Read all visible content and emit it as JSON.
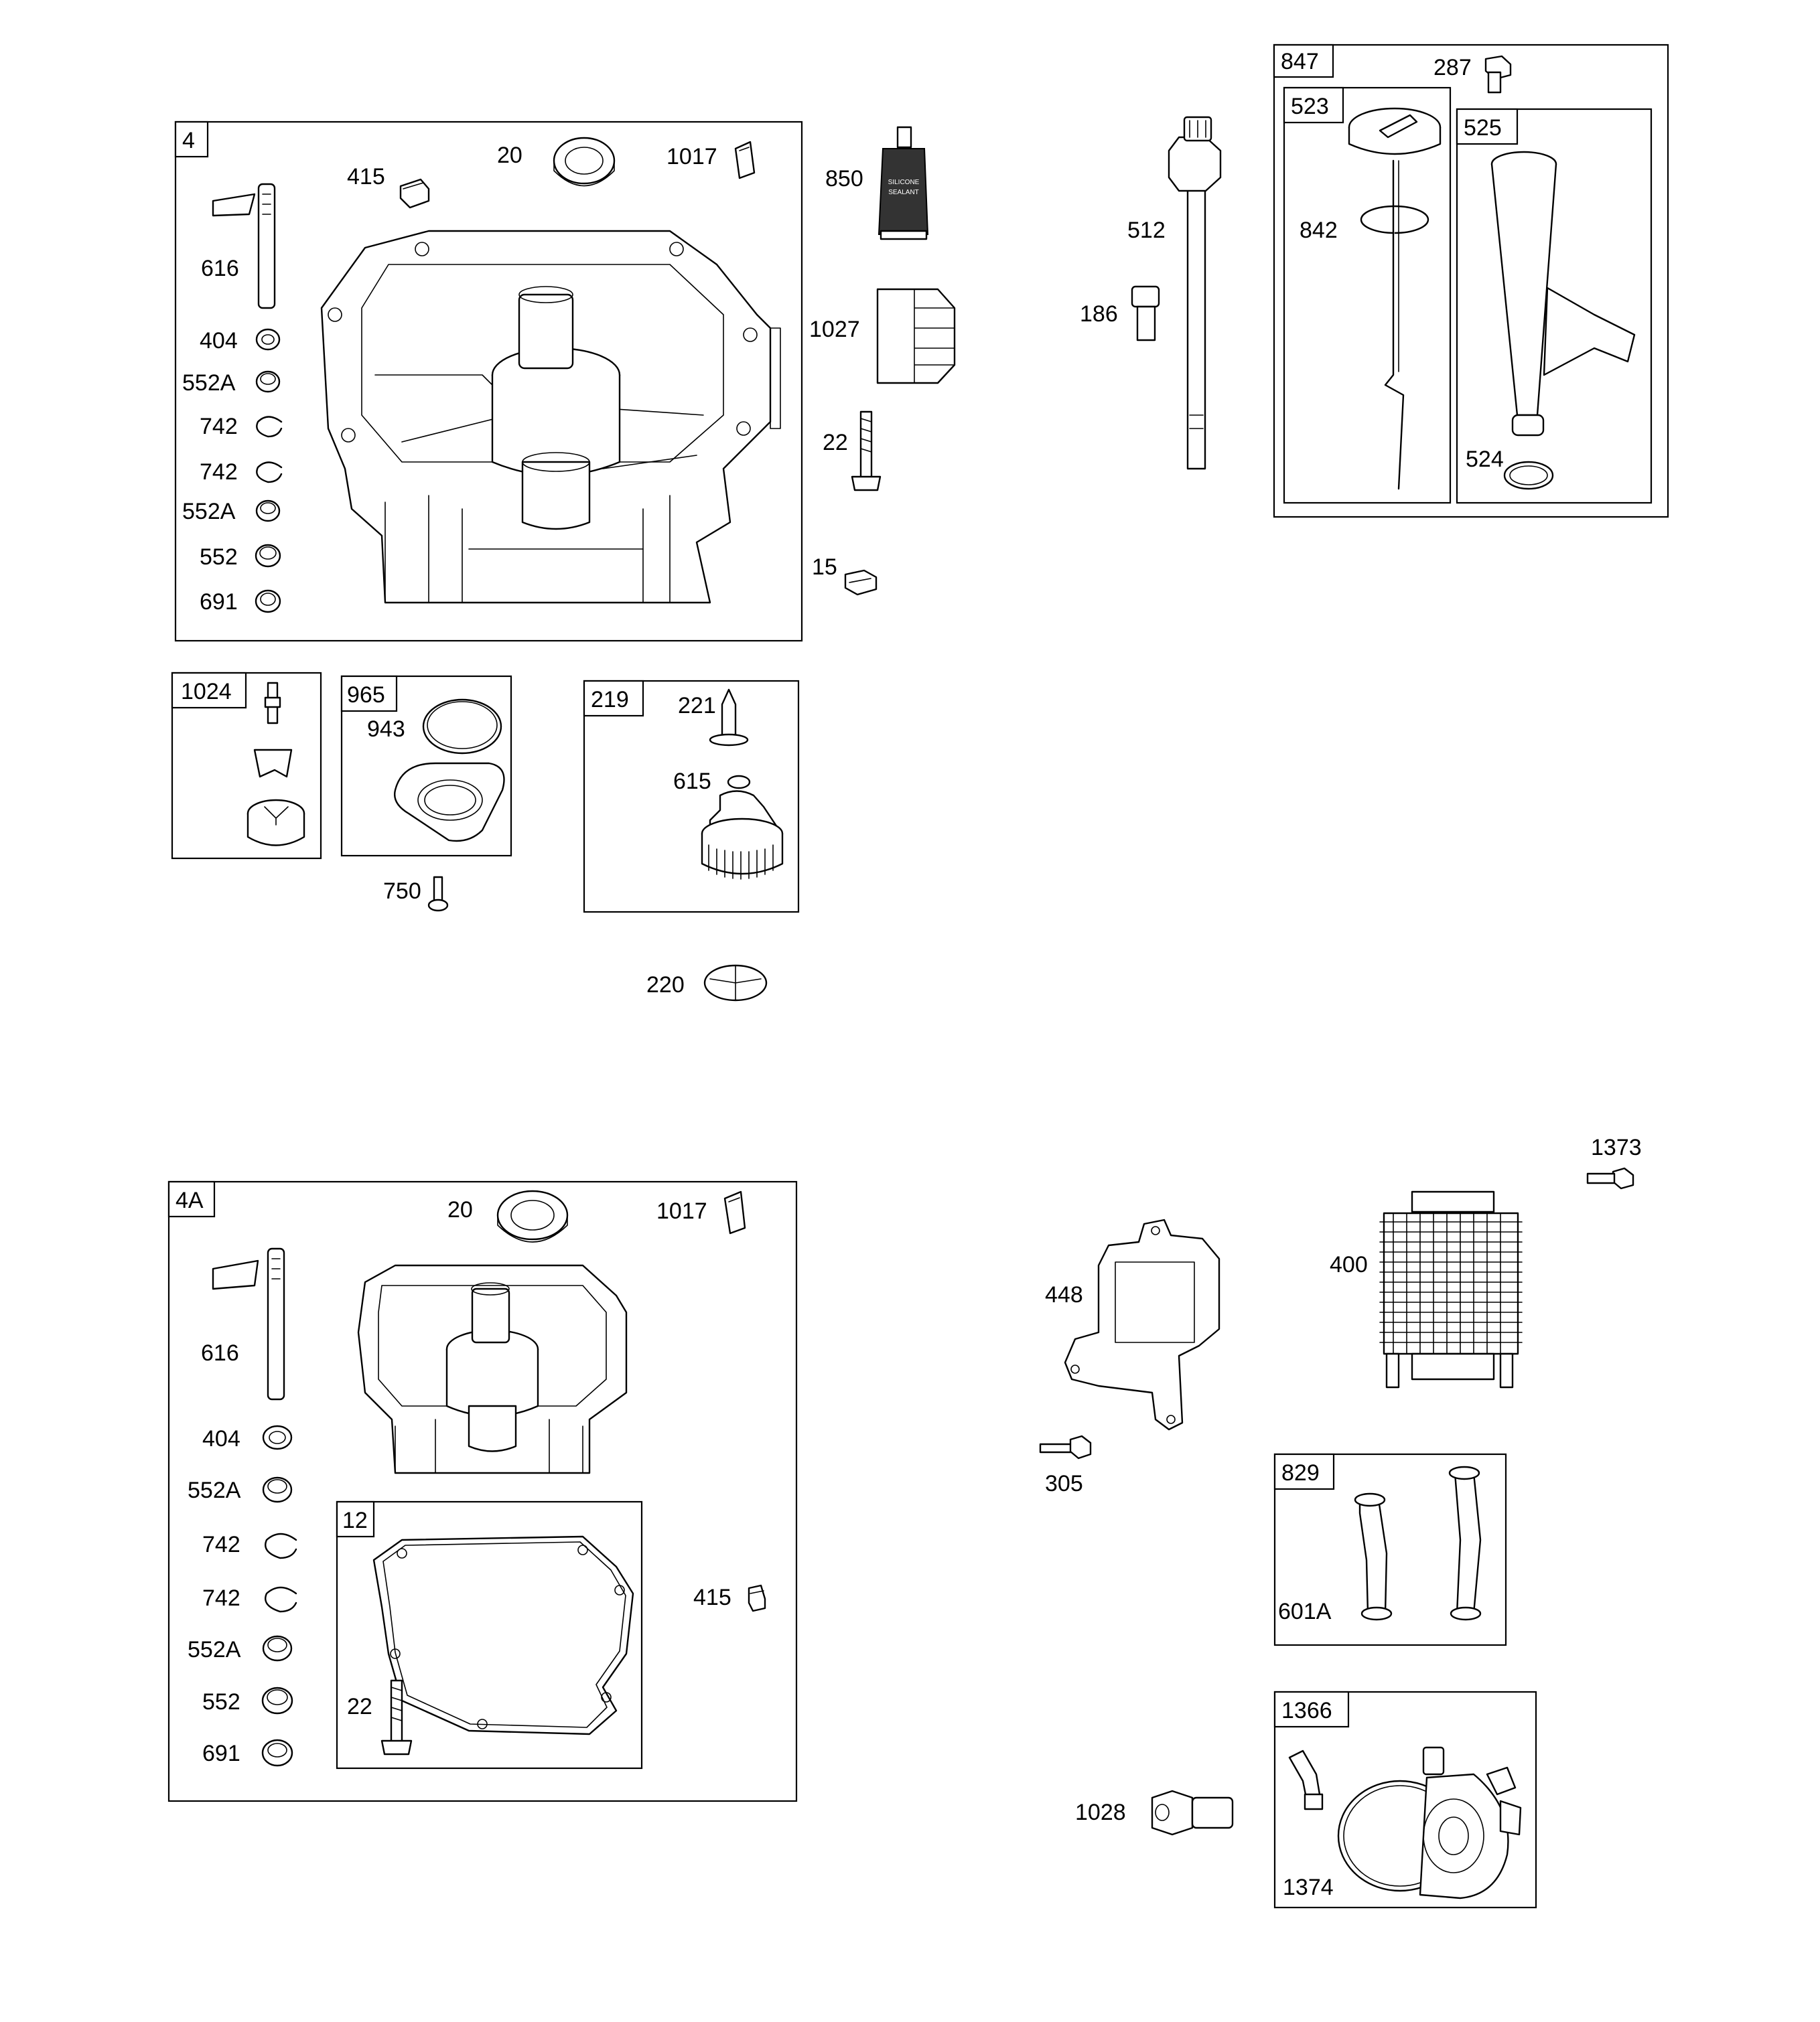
{
  "groups": {
    "g4": "4",
    "g1024": "1024",
    "g965": "965",
    "g219": "219",
    "g847": "847",
    "g523": "523",
    "g525": "525",
    "g4a": "4A",
    "g12": "12",
    "g829": "829",
    "g1366": "1366"
  },
  "callouts": {
    "c20": "20",
    "c1017": "1017",
    "c415": "415",
    "c616": "616",
    "c404": "404",
    "c552a1": "552A",
    "c742a": "742",
    "c742b": "742",
    "c552a2": "552A",
    "c552": "552",
    "c691": "691",
    "c850": "850",
    "c1027": "1027",
    "c22": "22",
    "c15": "15",
    "c943": "943",
    "c750": "750",
    "c221": "221",
    "c615": "615",
    "c220": "220",
    "c512": "512",
    "c186": "186",
    "c287": "287",
    "c842": "842",
    "c524": "524",
    "d20": "20",
    "d1017": "1017",
    "d616": "616",
    "d404": "404",
    "d552a1": "552A",
    "d742a": "742",
    "d742b": "742",
    "d552a2": "552A",
    "d552": "552",
    "d691": "691",
    "d22": "22",
    "d415": "415",
    "c1373": "1373",
    "c400": "400",
    "c448": "448",
    "c305": "305",
    "c601a": "601A",
    "c1028": "1028",
    "c1374": "1374"
  },
  "tube_text": {
    "line1": "SILICONE",
    "line2": "SEALANT"
  }
}
